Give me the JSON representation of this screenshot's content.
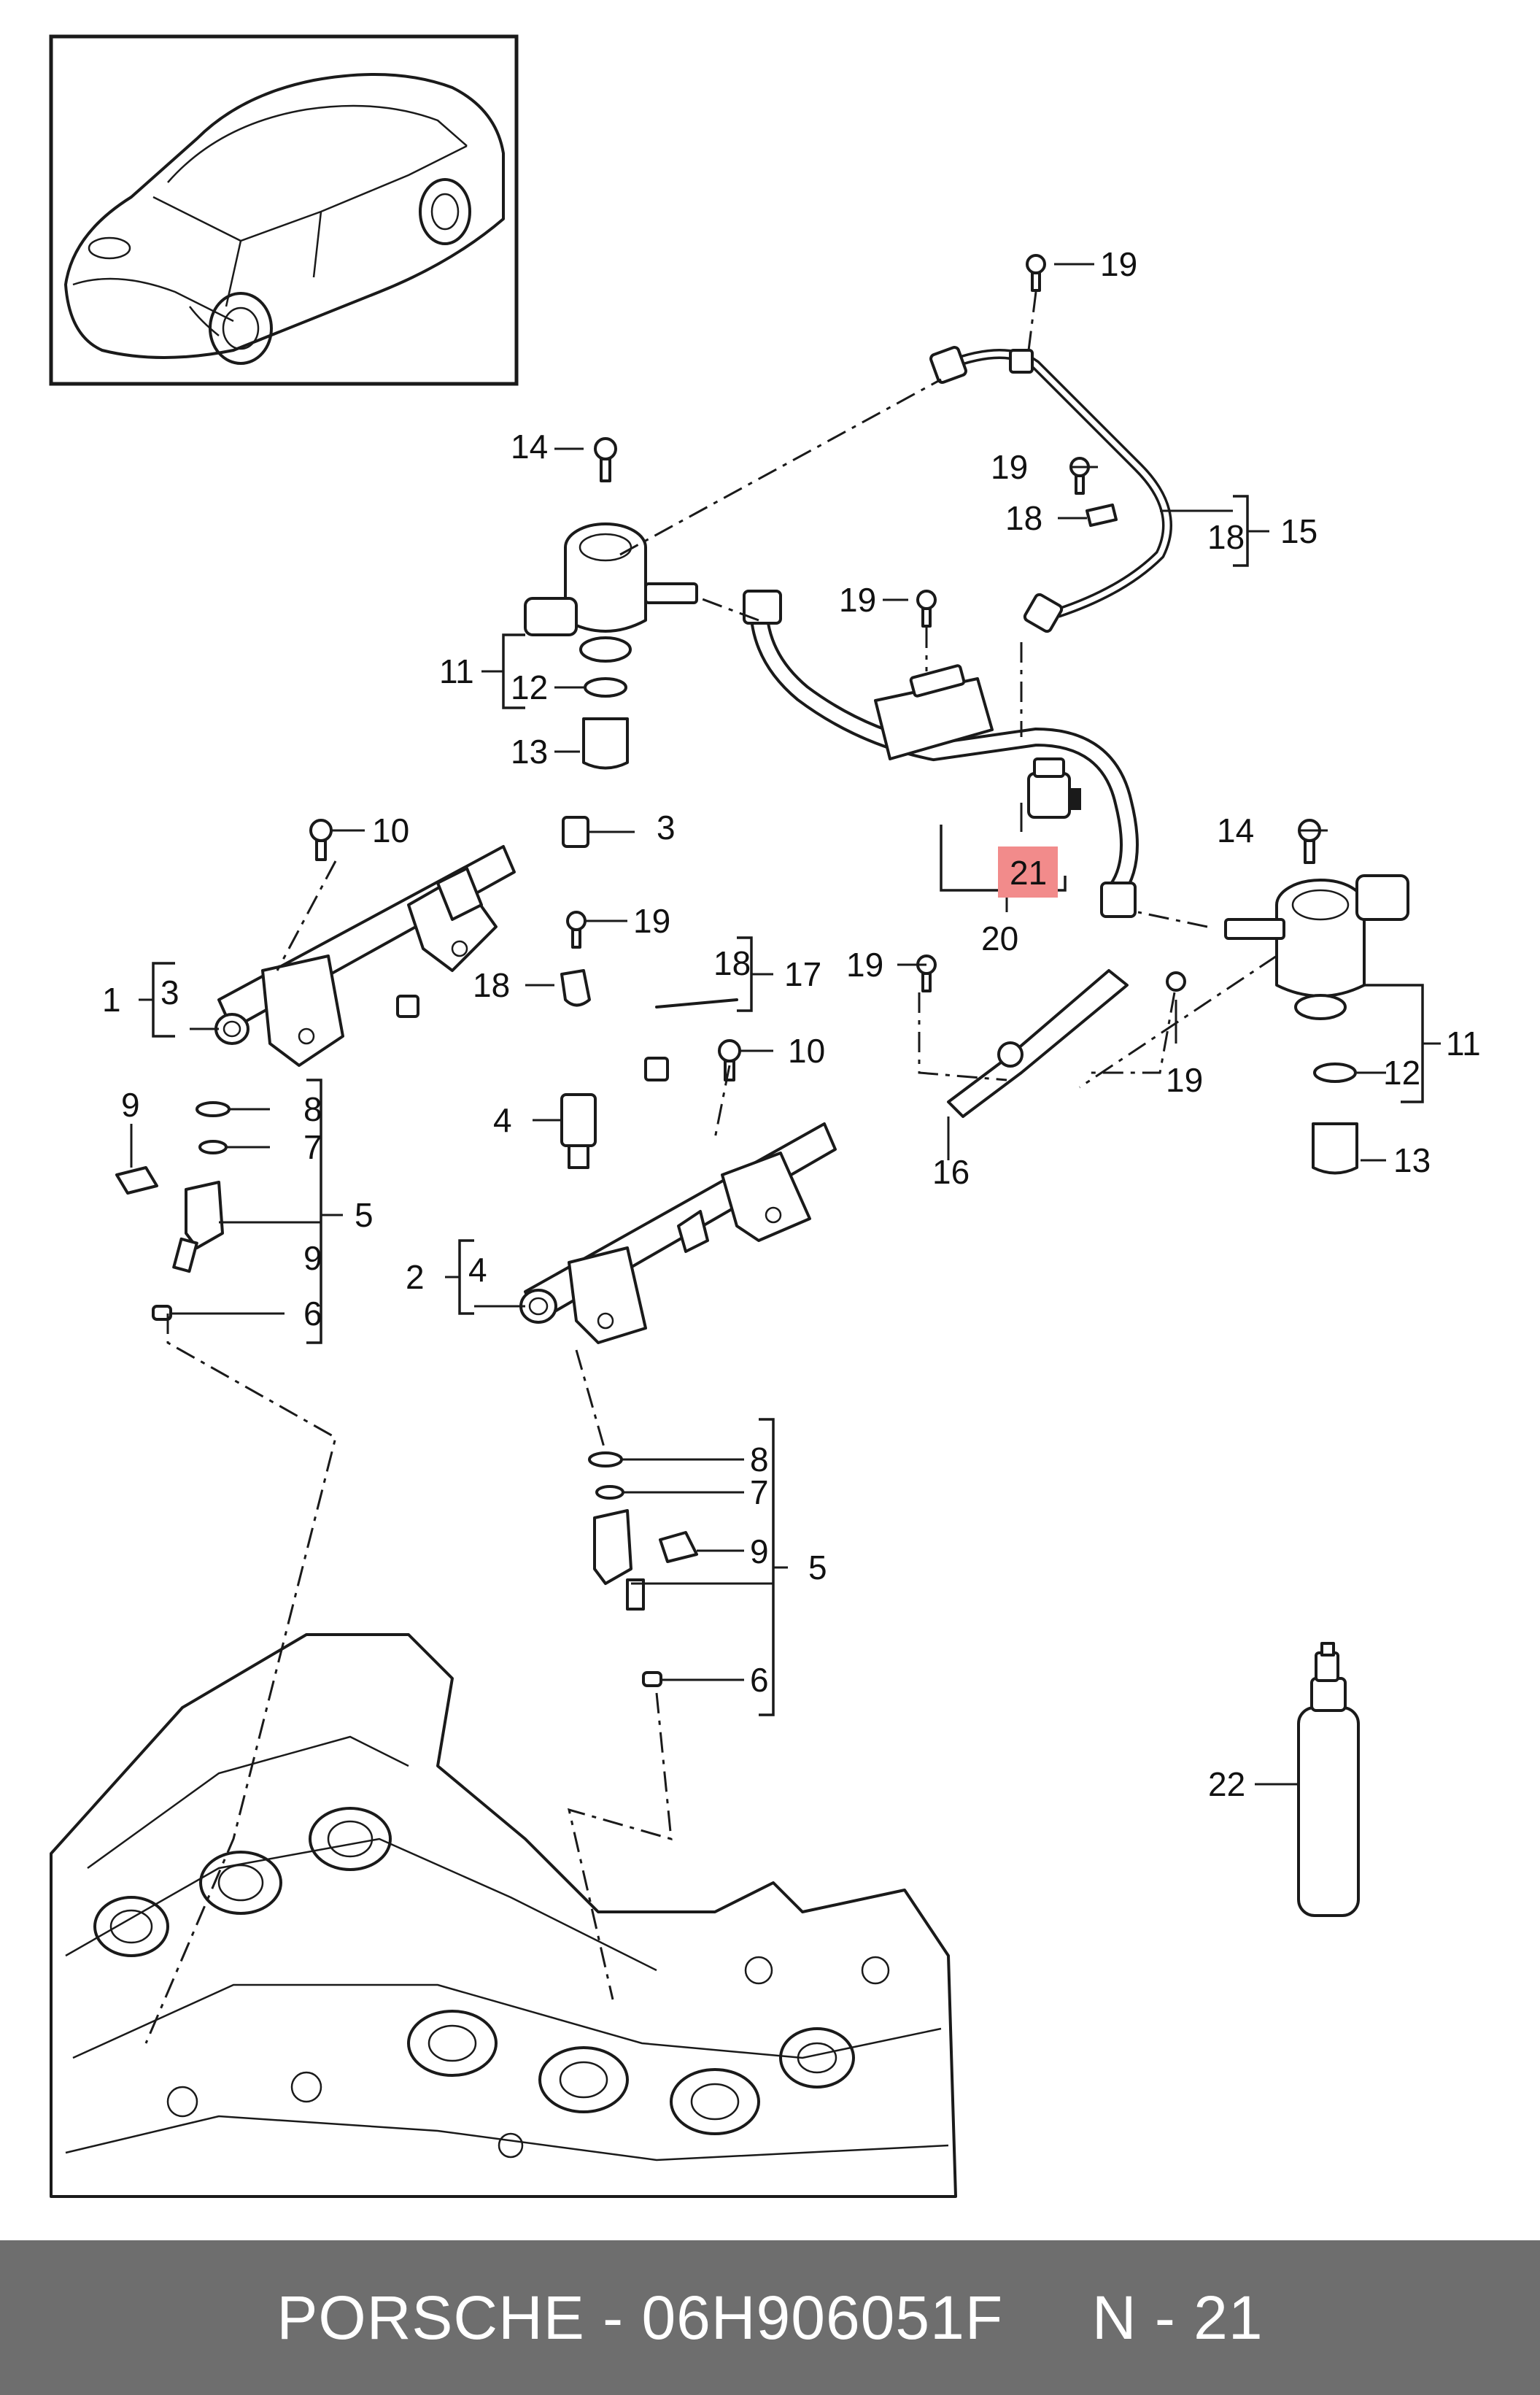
{
  "callouts": {
    "c1": "1",
    "c2": "2",
    "c3a": "3",
    "c3b": "3",
    "c4a": "4",
    "c4b": "4",
    "c5a": "5",
    "c5b": "5",
    "c6a": "6",
    "c6b": "6",
    "c7a": "7",
    "c7b": "7",
    "c8a": "8",
    "c8b": "8",
    "c9a": "9",
    "c9b": "9",
    "c9c": "9",
    "c10a": "10",
    "c10b": "10",
    "c11a": "11",
    "c11b": "11",
    "c12a": "12",
    "c12b": "12",
    "c13a": "13",
    "c13b": "13",
    "c14a": "14",
    "c14b": "14",
    "c15": "15",
    "c16": "16",
    "c17": "17",
    "c18a": "18",
    "c18b": "18",
    "c18c": "18",
    "c18d": "18",
    "c19a": "19",
    "c19b": "19",
    "c19c": "19",
    "c19d": "19",
    "c19e": "19",
    "c19f": "19",
    "c20": "20",
    "c21": "21",
    "c22": "22"
  },
  "highlight": {
    "part": "21",
    "color": "#f28b8b"
  },
  "footer": {
    "brand": "PORSCHE",
    "separator": " - ",
    "part_number": "06H906051F",
    "gap": "     ",
    "figure_label": "N - 21",
    "background": "#6e6e6e"
  }
}
